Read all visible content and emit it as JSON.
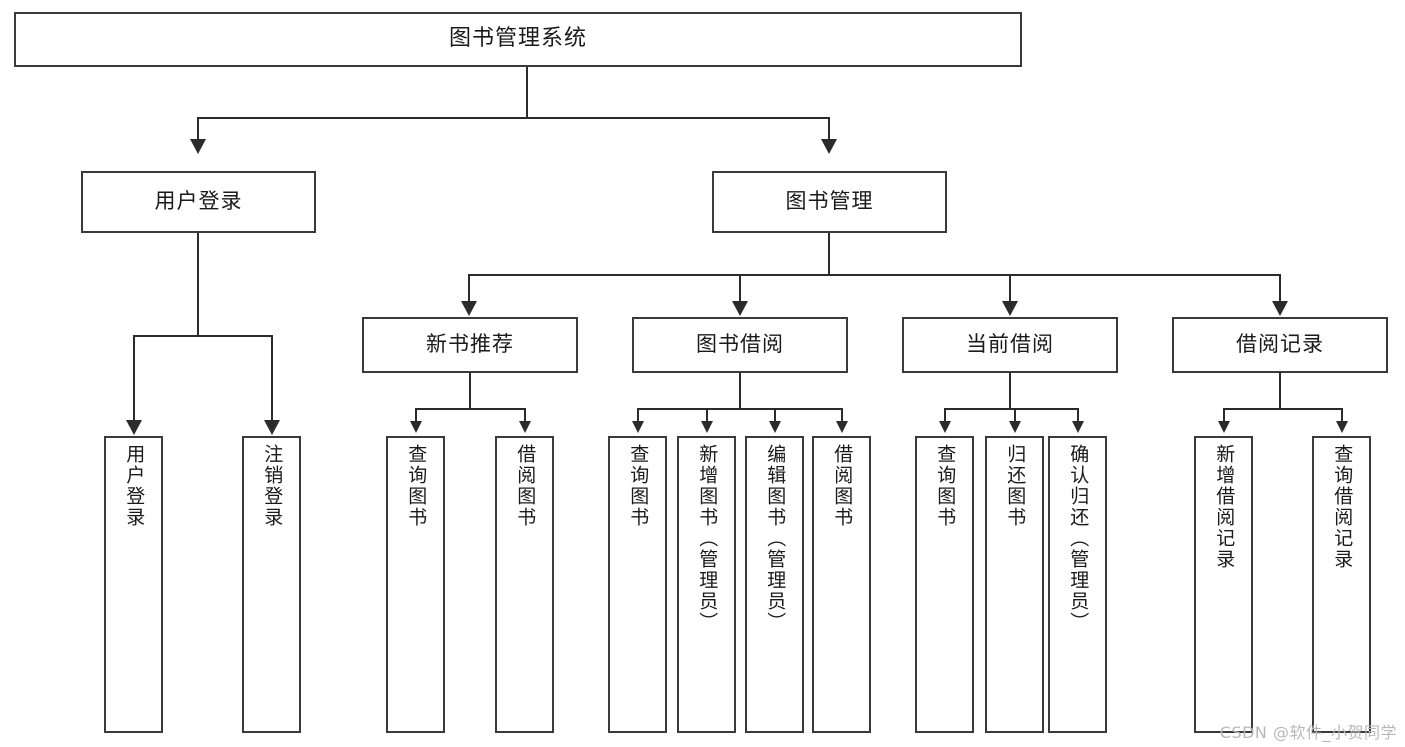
{
  "diagram": {
    "type": "tree",
    "title": "图书管理系统",
    "root": {
      "label": "图书管理系统"
    },
    "level2": [
      {
        "label": "用户登录"
      },
      {
        "label": "图书管理"
      }
    ],
    "level3": [
      {
        "label": "新书推荐"
      },
      {
        "label": "图书借阅"
      },
      {
        "label": "当前借阅"
      },
      {
        "label": "借阅记录"
      }
    ],
    "leaves_user_login": [
      {
        "label": "用户登录"
      },
      {
        "label": "注销登录"
      }
    ],
    "leaves_new_book": [
      {
        "label": "查询图书"
      },
      {
        "label": "借阅图书"
      }
    ],
    "leaves_borrow": [
      {
        "label": "查询图书"
      },
      {
        "label": "新增图书（管理员）"
      },
      {
        "label": "编辑图书（管理员）"
      },
      {
        "label": "借阅图书"
      }
    ],
    "leaves_current": [
      {
        "label": "查询图书"
      },
      {
        "label": "归还图书"
      },
      {
        "label": "确认归还（管理员）"
      }
    ],
    "leaves_record": [
      {
        "label": "新增借阅记录"
      },
      {
        "label": "查询借阅记录"
      }
    ]
  },
  "watermark": {
    "text": "CSDN @软件_小贺同学"
  },
  "colors": {
    "box_border": "#3a3a3a",
    "line": "#2b2b2b",
    "text": "#1a1a1a",
    "background": "#ffffff",
    "watermark": "#b8b8b8"
  }
}
